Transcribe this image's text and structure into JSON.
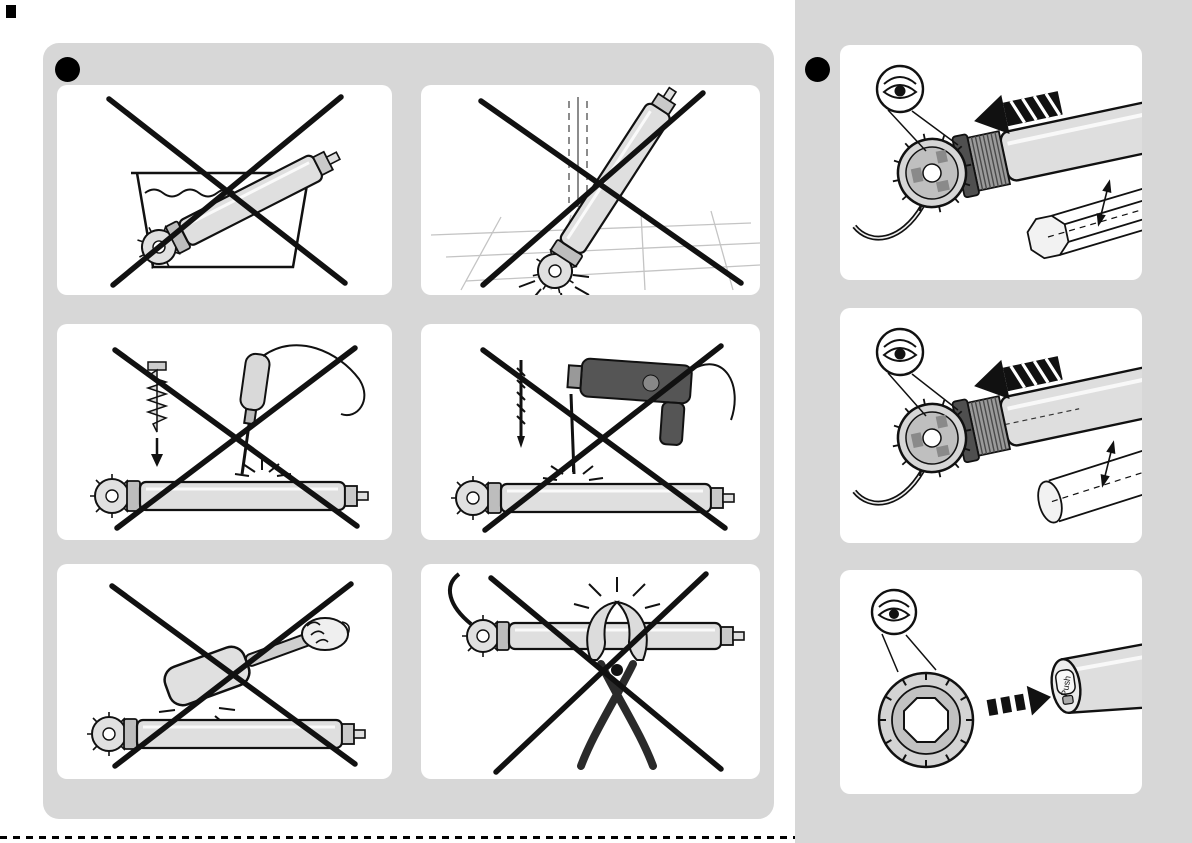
{
  "page": {
    "bg": "#ffffff",
    "panel_bg": "#d7d7d7",
    "card_bg": "#ffffff",
    "ink": "#111111"
  },
  "left_panel": {
    "badge_icon": "black-dot-badge",
    "cards": [
      {
        "name": "do-not-immerse-in-water"
      },
      {
        "name": "do-not-drop"
      },
      {
        "name": "do-not-screw-into-tube"
      },
      {
        "name": "do-not-drill-into-tube"
      },
      {
        "name": "do-not-hammer"
      },
      {
        "name": "do-not-crush-with-pliers"
      }
    ]
  },
  "right_panel": {
    "badge_icon": "black-dot-badge",
    "steps": [
      {
        "name": "check-and-insert-motor-into-octagonal-tube"
      },
      {
        "name": "check-and-insert-motor-into-round-tube"
      },
      {
        "name": "check-and-fit-drive-wheel",
        "push_label": "Push"
      }
    ]
  }
}
